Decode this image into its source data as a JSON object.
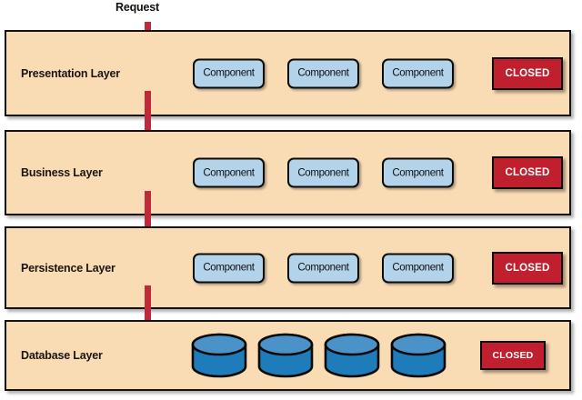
{
  "diagram": {
    "title_text": "Request",
    "arrow_label": "Request",
    "background": "#ffffff",
    "colors": {
      "layer_fill": "#fadcb4",
      "layer_border": "#141110",
      "component_fill": "#b2d3ea",
      "component_border": "#0d0b0a",
      "closed_fill": "#c0202e",
      "closed_text": "#ffffff",
      "arrow": "#c0293a",
      "cylinder_top": "#4a92c8",
      "cylinder_body": "#1e7cbb",
      "cylinder_border": "#0b0908"
    },
    "layers": [
      {
        "label": "Presentation Layer",
        "closed_label": "CLOSED",
        "closed_state": "CLOSED",
        "node_type": "component",
        "nodes": [
          {
            "label": "Component"
          },
          {
            "label": "Component"
          },
          {
            "label": "Component"
          }
        ]
      },
      {
        "label": "Business Layer",
        "closed_label": "CLOSED",
        "closed_state": "CLOSED",
        "node_type": "component",
        "nodes": [
          {
            "label": "Component"
          },
          {
            "label": "Component"
          },
          {
            "label": "Component"
          }
        ]
      },
      {
        "label": "Persistence Layer",
        "closed_label": "CLOSED",
        "closed_state": "CLOSED",
        "node_type": "component",
        "nodes": [
          {
            "label": "Component"
          },
          {
            "label": "Component"
          },
          {
            "label": "Component"
          }
        ]
      },
      {
        "label": "Database Layer",
        "closed_label": "CLOSED",
        "closed_state": "CLOSED",
        "node_type": "database-cylinder",
        "nodes": [
          {
            "label": ""
          },
          {
            "label": ""
          },
          {
            "label": ""
          },
          {
            "label": ""
          }
        ]
      }
    ]
  }
}
